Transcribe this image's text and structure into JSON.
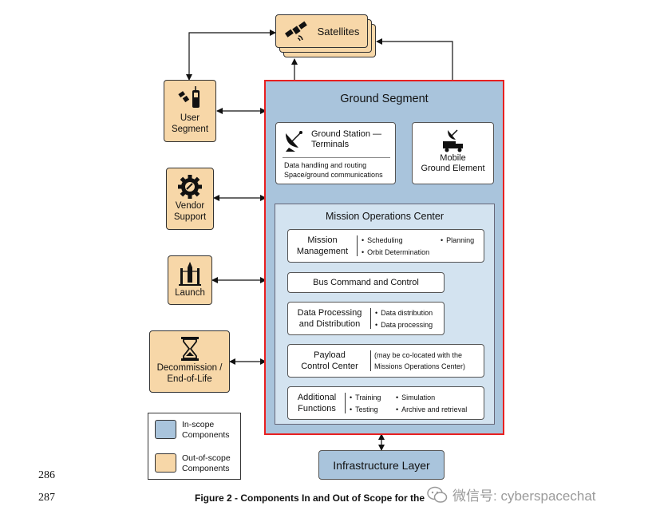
{
  "line_numbers": [
    "286",
    "287"
  ],
  "caption": "Figure 2 - Components In and Out of Scope for the",
  "watermark": "微信号: cyberspacechat",
  "satellites": {
    "label": "Satellites",
    "icon": "satellite-icon"
  },
  "external": [
    {
      "id": "user-segment",
      "lines": [
        "User",
        "Segment"
      ],
      "icon": "user-device-icon"
    },
    {
      "id": "vendor-support",
      "lines": [
        "Vendor",
        "Support"
      ],
      "icon": "gear-icon"
    },
    {
      "id": "launch",
      "lines": [
        "Launch"
      ],
      "icon": "rocket-launch-icon"
    },
    {
      "id": "decommission",
      "lines": [
        "Decommission /",
        "End-of-Life"
      ],
      "icon": "hourglass-icon"
    }
  ],
  "ground_segment": {
    "title": "Ground Segment",
    "ground_station": {
      "title_lines": [
        "Ground Station —",
        "Terminals"
      ],
      "desc_lines": [
        "Data handling and routing",
        "Space/ground communications"
      ],
      "icon": "satellite-dish-icon"
    },
    "mobile_ground": {
      "lines": [
        "Mobile",
        "Ground Element"
      ],
      "icon": "mobile-antenna-truck-icon"
    },
    "moc": {
      "title": "Mission Operations Center",
      "rows": [
        {
          "id": "mission-management",
          "lines": [
            "Mission",
            "Management"
          ],
          "bullets": [
            "Scheduling",
            "Planning",
            "Orbit Determination"
          ]
        },
        {
          "id": "bus-command",
          "lines": [
            "Bus Command and Control"
          ],
          "bullets": []
        },
        {
          "id": "data-processing",
          "lines": [
            "Data Processing",
            "and Distribution"
          ],
          "bullets": [
            "Data distribution",
            "Data processing"
          ]
        },
        {
          "id": "payload-control",
          "lines": [
            "Payload",
            "Control Center"
          ],
          "note_lines": [
            "(may be co-located with the",
            "Missions Operations Center)"
          ]
        },
        {
          "id": "additional-functions",
          "lines": [
            "Additional",
            "Functions"
          ],
          "bullets": [
            "Training",
            "Simulation",
            "Testing",
            "Archive and retrieval"
          ]
        }
      ]
    }
  },
  "infrastructure": {
    "label": "Infrastructure Layer"
  },
  "legend": {
    "in_scope": {
      "lines": [
        "In-scope",
        "Components"
      ],
      "color": "#a9c4dc"
    },
    "out_scope": {
      "lines": [
        "Out-of-scope",
        "Components"
      ],
      "color": "#f7d7a8"
    }
  },
  "colors": {
    "ground_fill": "#a9c4dc",
    "moc_fill": "#d3e3f0",
    "peach": "#f7d7a8",
    "highlight": "#e82020"
  }
}
